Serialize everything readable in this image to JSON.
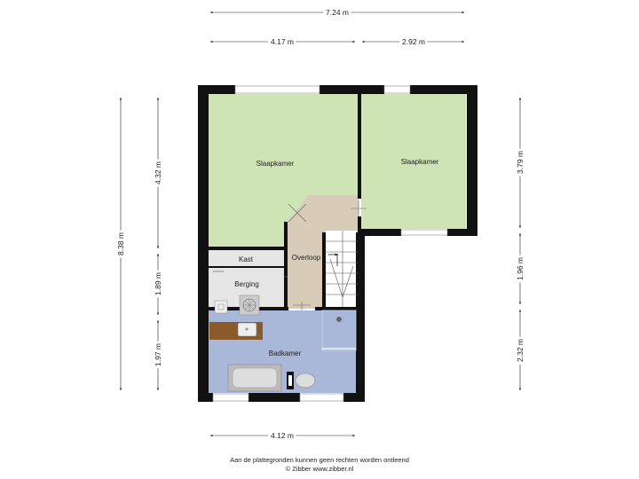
{
  "dimensions": {
    "top_total": "7.24 m",
    "top_left": "4.17 m",
    "top_right": "2.92 m",
    "left_total": "8.38 m",
    "left_upper": "4.32 m",
    "left_middle": "1.89 m",
    "left_lower": "1.97 m",
    "right_upper": "3.79 m",
    "right_middle": "1.96 m",
    "right_lower": "2.32 m",
    "bottom": "4.12 m"
  },
  "rooms": {
    "bedroom_left": "Slaapkamer",
    "bedroom_right": "Slaapkamer",
    "landing": "Overloop",
    "closet": "Kast",
    "storage": "Berging",
    "bathroom": "Badkamer"
  },
  "footer": {
    "disclaimer": "Aan de plattegronden kunnen geen rechten worden ontleend",
    "credit": "© Zibber www.zibber.nl"
  },
  "colors": {
    "bedroom": "#cfe4b4",
    "landing": "#d8cbb8",
    "bathroom": "#a9b8d8",
    "storage": "#e6e6e6",
    "wall": "#111111"
  }
}
